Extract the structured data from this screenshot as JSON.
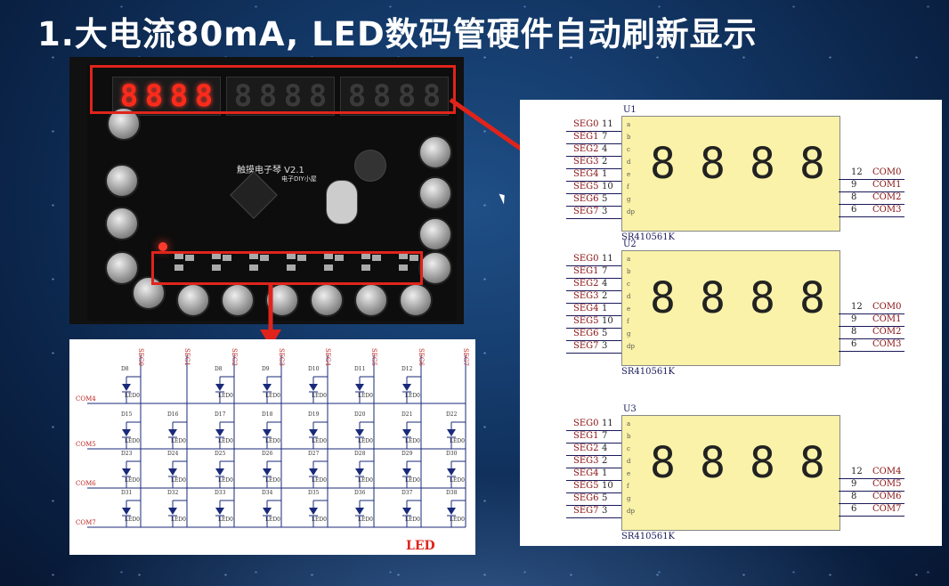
{
  "title": "1.大电流80mA, LED数码管硬件自动刷新显示",
  "photo": {
    "display_groups": [
      {
        "digits": [
          "8",
          "8",
          "8",
          "8"
        ],
        "lit": true
      },
      {
        "digits": [
          "8",
          "8",
          "8",
          "8"
        ],
        "lit": false
      },
      {
        "digits": [
          "8",
          "8",
          "8",
          "8"
        ],
        "lit": false
      }
    ],
    "board_label": "触摸电子琴 V2.1",
    "sub_label": "电子DIY小屋"
  },
  "led_schematic": {
    "columns": [
      "SEG0",
      "SEG1",
      "SEG2",
      "SEG3",
      "SEG4",
      "SEG5",
      "SEG6",
      "SEG7"
    ],
    "rows": [
      "COM4",
      "COM5",
      "COM6",
      "COM7"
    ],
    "led_rows": [
      [
        "D8",
        "",
        "D8",
        "D9",
        "D10",
        "D11",
        "D12",
        ""
      ],
      [
        "D15",
        "D16",
        "D17",
        "D18",
        "D19",
        "D20",
        "D21",
        "D22"
      ],
      [
        "D23",
        "D24",
        "D25",
        "D26",
        "D27",
        "D28",
        "D29",
        "D30"
      ],
      [
        "D31",
        "D32",
        "D33",
        "D34",
        "D35",
        "D36",
        "D37",
        "D38"
      ]
    ],
    "led_sub": "LED0",
    "label": "LED"
  },
  "seg_schematic": {
    "units": [
      {
        "ref": "U1",
        "part": "SR410561K",
        "coms": [
          [
            "12",
            "COM0"
          ],
          [
            "9",
            "COM1"
          ],
          [
            "8",
            "COM2"
          ],
          [
            "6",
            "COM3"
          ]
        ]
      },
      {
        "ref": "U2",
        "part": "SR410561K",
        "coms": [
          [
            "12",
            "COM0"
          ],
          [
            "9",
            "COM1"
          ],
          [
            "8",
            "COM2"
          ],
          [
            "6",
            "COM3"
          ]
        ]
      },
      {
        "ref": "U3",
        "part": "SR410561K",
        "coms": [
          [
            "12",
            "COM4"
          ],
          [
            "9",
            "COM5"
          ],
          [
            "8",
            "COM6"
          ],
          [
            "6",
            "COM7"
          ]
        ]
      }
    ],
    "segs": [
      [
        "SEG0",
        "11"
      ],
      [
        "SEG1",
        "7"
      ],
      [
        "SEG2",
        "4"
      ],
      [
        "SEG3",
        "2"
      ],
      [
        "SEG4",
        "1"
      ],
      [
        "SEG5",
        "10"
      ],
      [
        "SEG6",
        "5"
      ],
      [
        "SEG7",
        "3"
      ]
    ],
    "seg_letters": [
      "a",
      "b",
      "c",
      "d",
      "e",
      "f",
      "g",
      "dp"
    ],
    "digit_glyph": "8"
  },
  "colors": {
    "highlight": "#e0241b",
    "schematic_box": "#f9f2a8"
  }
}
